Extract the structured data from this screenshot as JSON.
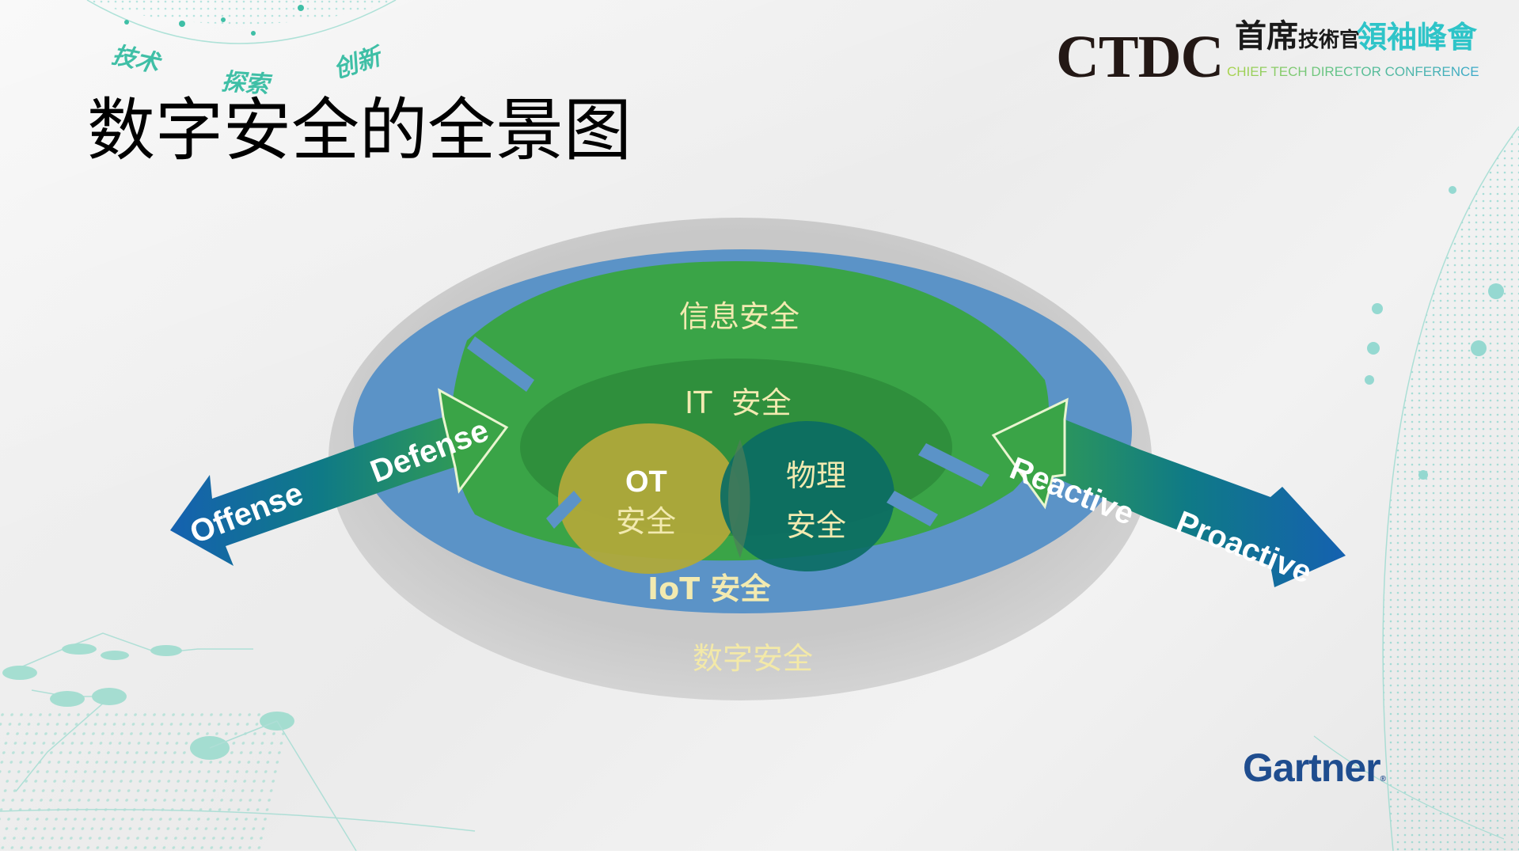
{
  "slide": {
    "title": "数字安全的全景图",
    "slogans": [
      "技术",
      "探索",
      "创新"
    ]
  },
  "logo": {
    "ctdc": "CTDC",
    "cn_part1_big": "首席",
    "cn_part1_small": "技術官",
    "cn_part2": "領袖峰會",
    "en": "CHIEF TECH DIRECTOR CONFERENCE"
  },
  "source": {
    "brand": "Gartner",
    "reg_mark": "®"
  },
  "diagram": {
    "layers": {
      "outer": "数字安全",
      "iot": "IoT 安全",
      "info": "信息安全",
      "it": "IT  安全",
      "ot_line1": "OT",
      "ot_line2": "安全",
      "physical_line1": "物理",
      "physical_line2": "安全"
    },
    "arrows": {
      "left_outer": "Offense",
      "left_inner": "Defense",
      "right_inner": "Reactive",
      "right_outer": "Proactive"
    },
    "colors": {
      "outer_gray": "#c9c9c9",
      "iot_blue": "#5b93c7",
      "info_green": "#3aa447",
      "it_green": "#2f8f3c",
      "ot_olive": "#b0a93a",
      "physical_teal": "#0b6c64",
      "label_cream": "#f2eab0",
      "arrow_blue": "#1561b0",
      "arrow_green": "#3aa447"
    }
  }
}
